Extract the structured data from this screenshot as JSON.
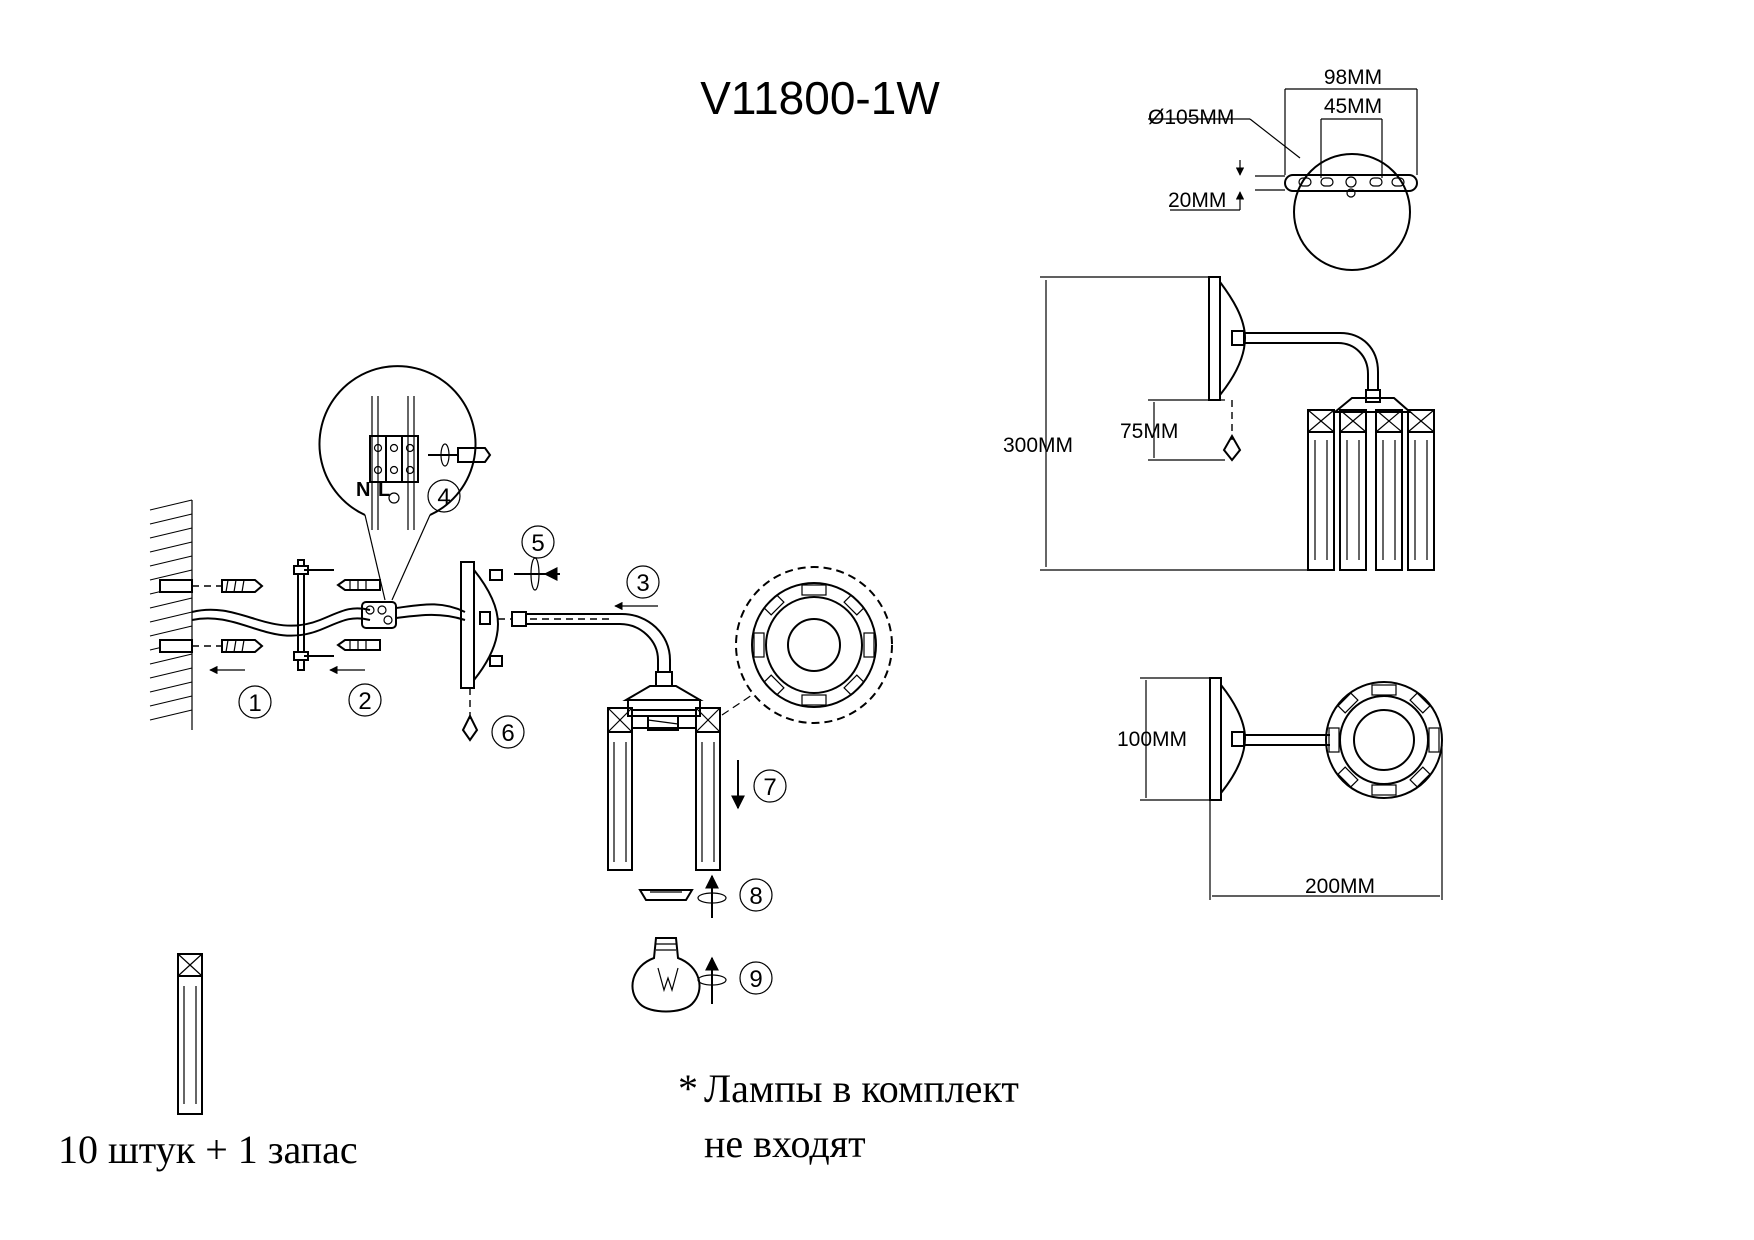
{
  "title": "V11800-1W",
  "steps": [
    "1",
    "2",
    "3",
    "4",
    "5",
    "6",
    "7",
    "8",
    "9"
  ],
  "wiring": {
    "neutral": "N",
    "live": "L"
  },
  "dimensions": {
    "plate_width": "98MM",
    "hole_spacing": "45MM",
    "plate_diameter": "Ø105MM",
    "plate_depth": "20MM",
    "height": "300MM",
    "chain": "75MM",
    "base_height": "100MM",
    "projection": "200MM"
  },
  "crystals_note": "10 штук + 1 запас",
  "bulb_note": {
    "asterisk": "*",
    "line1": "Лампы в комплект",
    "line2": "не входят"
  }
}
